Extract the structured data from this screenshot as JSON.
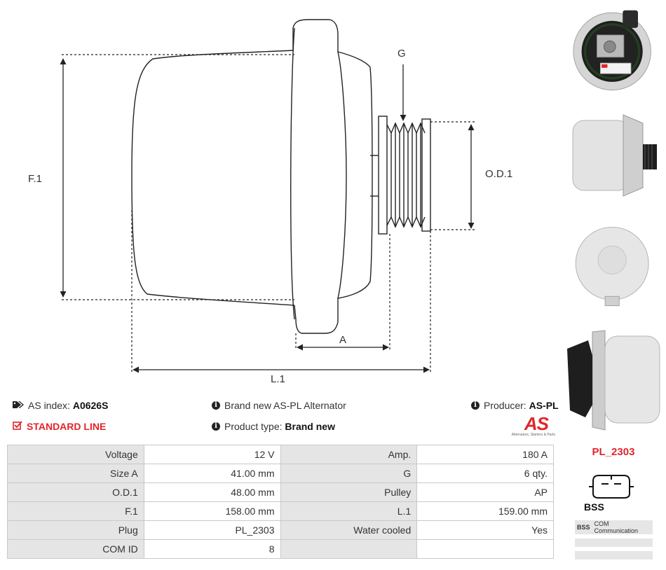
{
  "drawing": {
    "dimension_labels": {
      "g": "G",
      "f1": "F.1",
      "od1": "O.D.1",
      "a": "A",
      "l1": "L.1"
    }
  },
  "info": {
    "as_index_label": "AS index:",
    "as_index_value": "A0626S",
    "line_label": "STANDARD LINE",
    "description": "Brand new AS-PL Alternator",
    "product_type_label": "Product type:",
    "product_type_value": "Brand new",
    "producer_label": "Producer:",
    "producer_value": "AS-PL",
    "logo_text": "AS",
    "logo_tagline": "Alternators, Starters & Parts"
  },
  "specs": [
    {
      "k1": "Voltage",
      "v1": "12 V",
      "k2": "Amp.",
      "v2": "180 A"
    },
    {
      "k1": "Size A",
      "v1": "41.00 mm",
      "k2": "G",
      "v2": "6 qty."
    },
    {
      "k1": "O.D.1",
      "v1": "48.00 mm",
      "k2": "Pulley",
      "v2": "AP"
    },
    {
      "k1": "F.1",
      "v1": "158.00 mm",
      "k2": "L.1",
      "v2": "159.00 mm"
    },
    {
      "k1": "Plug",
      "v1": "PL_2303",
      "k2": "Water cooled",
      "v2": "Yes"
    },
    {
      "k1": "COM ID",
      "v1": "8",
      "k2": "",
      "v2": ""
    }
  ],
  "plug": {
    "code": "PL_2303",
    "connector_label": "BSS",
    "pins": [
      {
        "pin": "BSS",
        "desc": "COM Communication"
      },
      {
        "pin": "",
        "desc": ""
      },
      {
        "pin": "",
        "desc": ""
      }
    ]
  },
  "colors": {
    "accent_red": "#e0262b",
    "table_header_bg": "#e5e5e5",
    "line": "#222222"
  }
}
